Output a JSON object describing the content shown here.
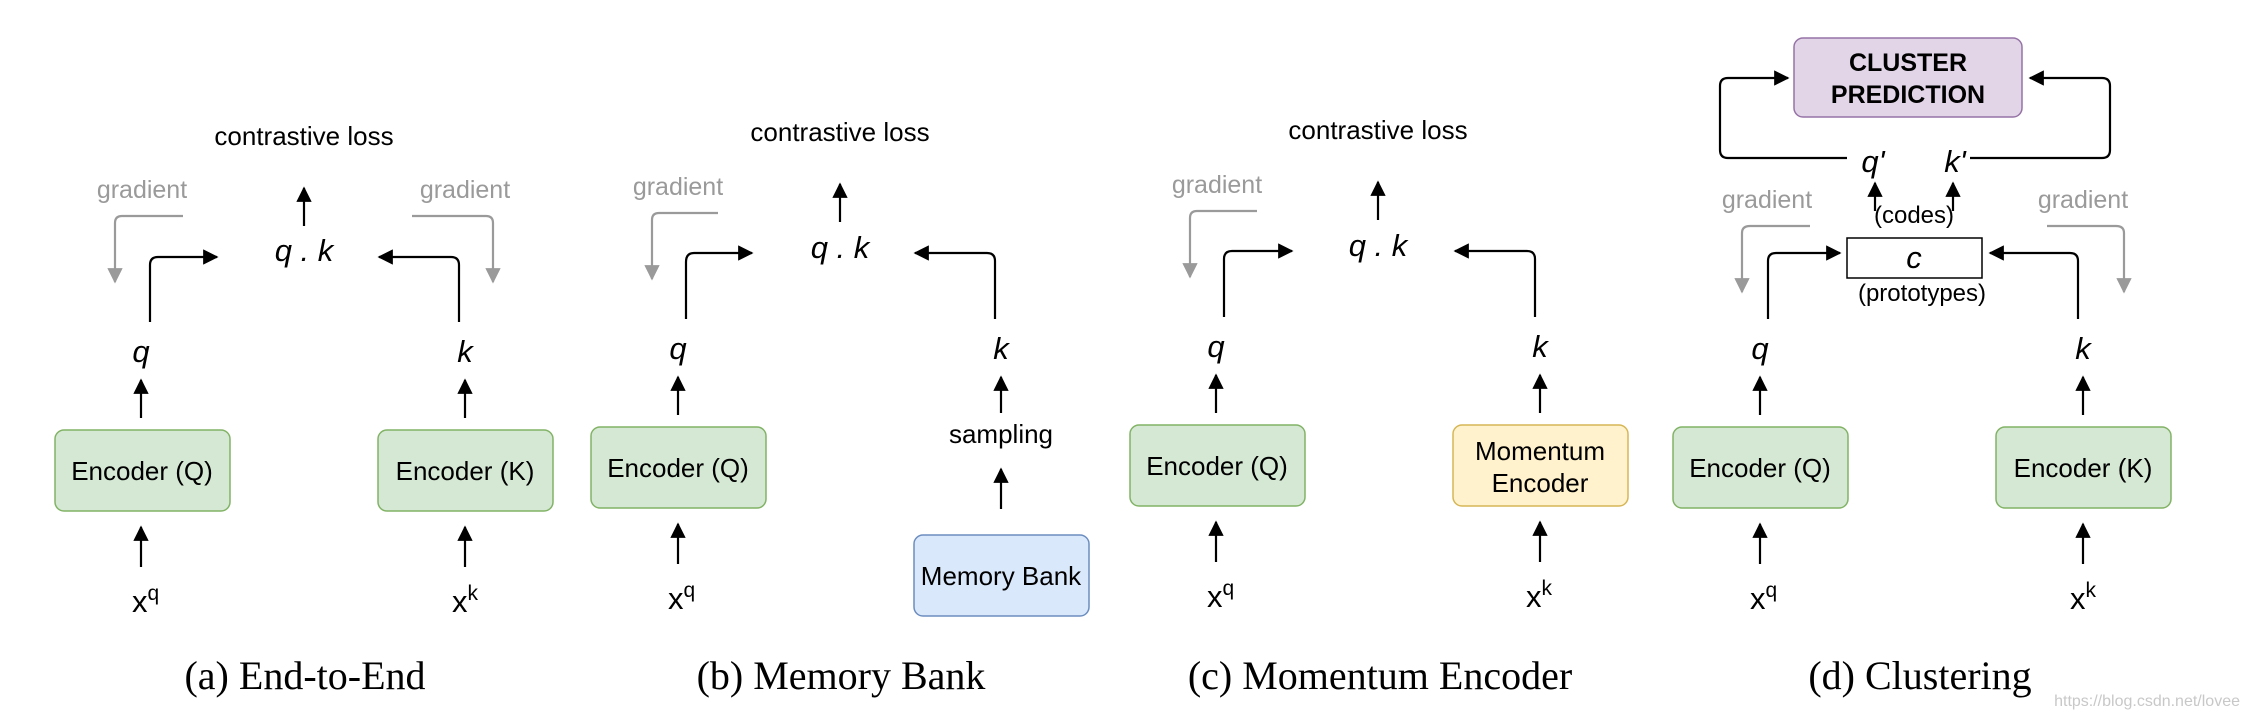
{
  "panels": [
    {
      "caption": "(a) End-to-End",
      "loss_label": "contrastive loss",
      "product_label": "q . k",
      "left_gradient": "gradient",
      "right_gradient": "gradient",
      "q_label": "q",
      "k_label": "k",
      "left_box": "Encoder (Q)",
      "right_box": "Encoder (K)",
      "left_input": "x",
      "left_input_sup": "q",
      "right_input": "x",
      "right_input_sup": "k"
    },
    {
      "caption": "(b) Memory Bank",
      "loss_label": "contrastive loss",
      "product_label": "q . k",
      "left_gradient": "gradient",
      "q_label": "q",
      "k_label": "k",
      "left_box": "Encoder (Q)",
      "sampling_label": "sampling",
      "right_box": "Memory Bank",
      "left_input": "x",
      "left_input_sup": "q"
    },
    {
      "caption": "(c) Momentum Encoder",
      "loss_label": "contrastive loss",
      "product_label": "q . k",
      "left_gradient": "gradient",
      "q_label": "q",
      "k_label": "k",
      "left_box": "Encoder (Q)",
      "right_box_line1": "Momentum",
      "right_box_line2": "Encoder",
      "left_input": "x",
      "left_input_sup": "q",
      "right_input": "x",
      "right_input_sup": "k"
    },
    {
      "caption": "(d) Clustering",
      "cluster_line1": "CLUSTER",
      "cluster_line2": "PREDICTION",
      "q_prime": "q'",
      "k_prime": "k'",
      "codes_label": "(codes)",
      "c_label": "c",
      "prototypes_label": "(prototypes)",
      "left_gradient": "gradient",
      "right_gradient": "gradient",
      "q_label": "q",
      "k_label": "k",
      "left_box": "Encoder (Q)",
      "right_box": "Encoder (K)",
      "left_input": "x",
      "left_input_sup": "q",
      "right_input": "x",
      "right_input_sup": "k"
    }
  ],
  "watermark": "https://blog.csdn.net/lovee",
  "colors": {
    "encoder_fill": "#d5e8d4",
    "encoder_stroke": "#82b366",
    "memory_fill": "#dae8fc",
    "memory_stroke": "#6c8ebf",
    "momentum_fill": "#fff2cc",
    "momentum_stroke": "#d6b656",
    "cluster_fill": "#e1d5e7",
    "cluster_stroke": "#9673a6",
    "gradient_text": "#9a9a9a"
  }
}
